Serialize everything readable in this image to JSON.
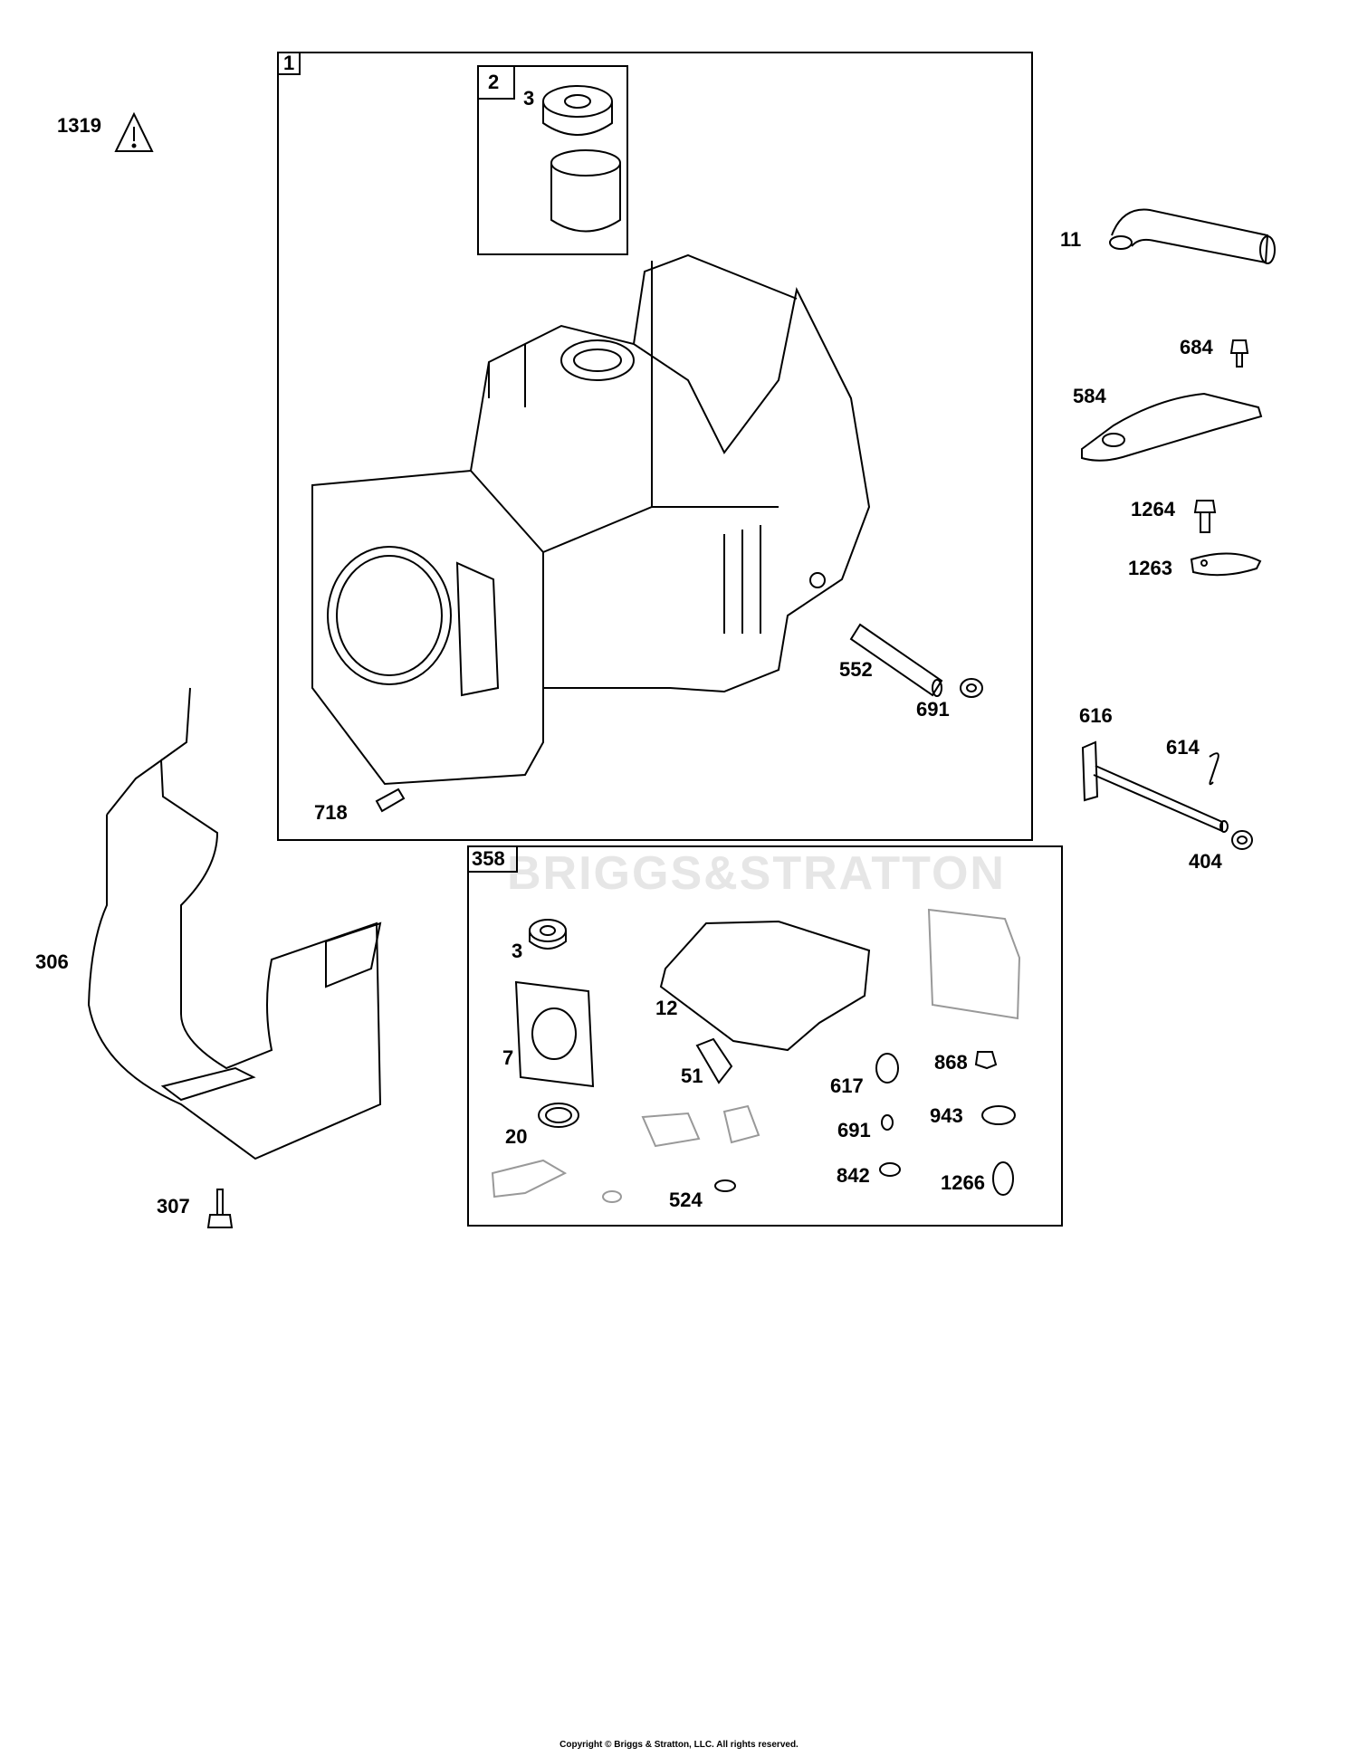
{
  "watermark": "BRIGGS&STRATTON",
  "copyright": "Copyright © Briggs & Stratton, LLC. All rights reserved.",
  "boxes": {
    "cylinder_assembly": "1",
    "bushing_kit": "2",
    "gasket_set": "358"
  },
  "labels": {
    "warning": "1319",
    "seal_top": "3",
    "breather_tube": "11",
    "bolt_684": "684",
    "breather_cover": "584",
    "bolt_1264": "1264",
    "bracket_1263": "1263",
    "pin_552": "552",
    "washer_691_top": "691",
    "bracket_616": "616",
    "pin_614": "614",
    "washer_404": "404",
    "dowel_718": "718",
    "shroud_306": "306",
    "screw_307": "307",
    "seal_kit_3": "3",
    "gasket_7": "7",
    "gasket_12": "12",
    "gasket_51": "51",
    "seal_20": "20",
    "oring_617": "617",
    "nut_868": "868",
    "washer_691_kit": "691",
    "oring_943": "943",
    "oring_842": "842",
    "oring_1266": "1266",
    "oring_524": "524"
  }
}
